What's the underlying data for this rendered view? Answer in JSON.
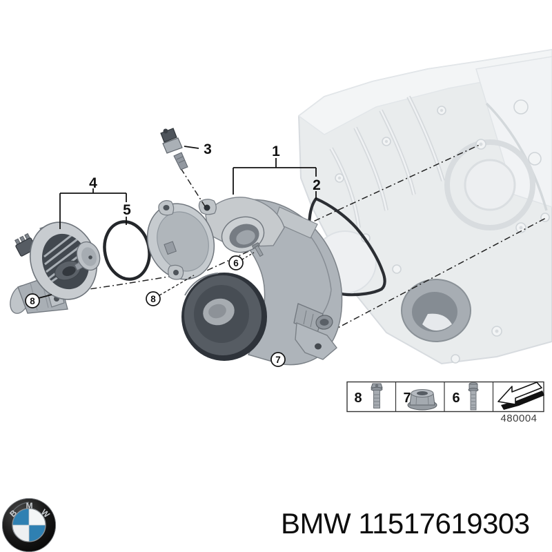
{
  "diagram": {
    "callouts": {
      "water_pump": "1",
      "profile_gasket": "2",
      "coolant_temperature_sensor": "3",
      "thermostat": "4",
      "o_ring": "5",
      "screw_6": "6",
      "nut_7": "7",
      "screw_8_left": "8",
      "screw_8_right": "8"
    },
    "legend": {
      "cells": [
        {
          "label": "8",
          "icon": "short-bolt-icon"
        },
        {
          "label": "7",
          "icon": "flange-nut-icon"
        },
        {
          "label": "6",
          "icon": "long-bolt-icon"
        },
        {
          "label": "",
          "icon": "install-direction-arrow-icon"
        }
      ],
      "diagram_number": "480004"
    }
  },
  "footer": {
    "brand": "BMW",
    "part_number": "11517619303",
    "logo_letters": {
      "b": "B",
      "m": "M",
      "w": "W"
    }
  },
  "colors": {
    "bmw_blue": "#2f80b2",
    "diagram_line": "#1a1a1a",
    "part_gray": "#b9bec4",
    "pulley_dark": "#33383f",
    "ghost_gray": "#e8ebee"
  }
}
